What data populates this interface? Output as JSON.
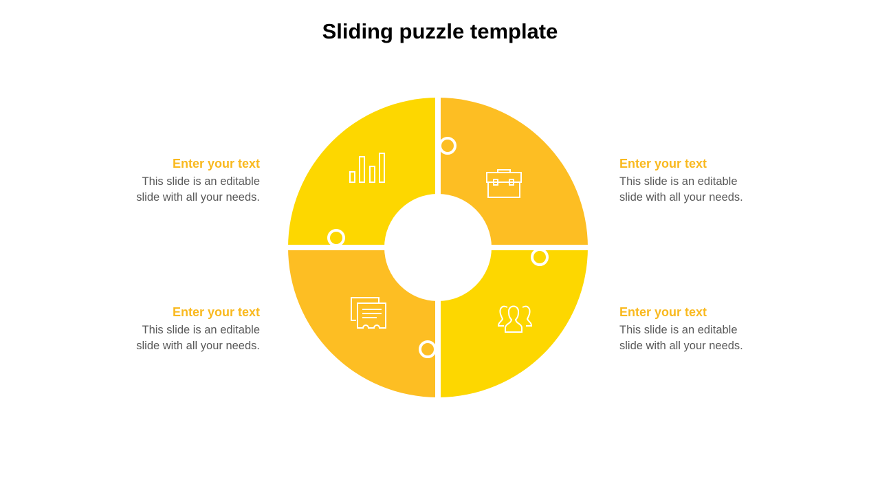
{
  "title": "Sliding puzzle template",
  "colors": {
    "yellow": "#FDD700",
    "orange": "#FDBE23",
    "heading": "#F9B91F",
    "body": "#595959"
  },
  "pieces": [
    {
      "position": "top-left",
      "icon": "bar-chart-icon",
      "color": "#FDD700"
    },
    {
      "position": "top-right",
      "icon": "briefcase-icon",
      "color": "#FDBE23"
    },
    {
      "position": "bottom-left",
      "icon": "chat-icon",
      "color": "#FDBE23"
    },
    {
      "position": "bottom-right",
      "icon": "people-icon",
      "color": "#FDD700"
    }
  ],
  "blocks": [
    {
      "heading": "Enter your text",
      "line1": "This slide is an editable",
      "line2": "slide with all your needs."
    },
    {
      "heading": "Enter your text",
      "line1": "This slide is an editable",
      "line2": "slide with all your needs."
    },
    {
      "heading": "Enter your text",
      "line1": "This slide is an editable",
      "line2": "slide with all your needs."
    },
    {
      "heading": "Enter your text",
      "line1": "This slide is an editable",
      "line2": "slide with all your needs."
    }
  ]
}
